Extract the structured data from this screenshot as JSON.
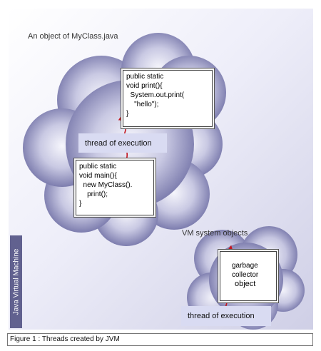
{
  "diagram": {
    "object_label": "An object of MyClass.java",
    "vm_label": "VM system objects",
    "jvm_label": "Java Virtual Machine",
    "print_code": [
      "public static",
      "void print(){",
      "  System.out.print(",
      "    \"hello\");",
      "}"
    ],
    "main_code": [
      "public static",
      "void main(){",
      "  new MyClass().",
      "    print();",
      "}"
    ],
    "gc_lines": [
      "garbage",
      "collector",
      "object"
    ],
    "thread_label_1": "thread of execution",
    "thread_label_2": "thread of execution"
  },
  "caption": "Figure 1 : Threads created by JVM",
  "colors": {
    "cloud": "#6f6fa8",
    "cloud_highlight": "#f3f3fb",
    "thread_box": "#d9dbf2",
    "arrow": "#c4141c",
    "jvm_bar": "#61618f"
  }
}
